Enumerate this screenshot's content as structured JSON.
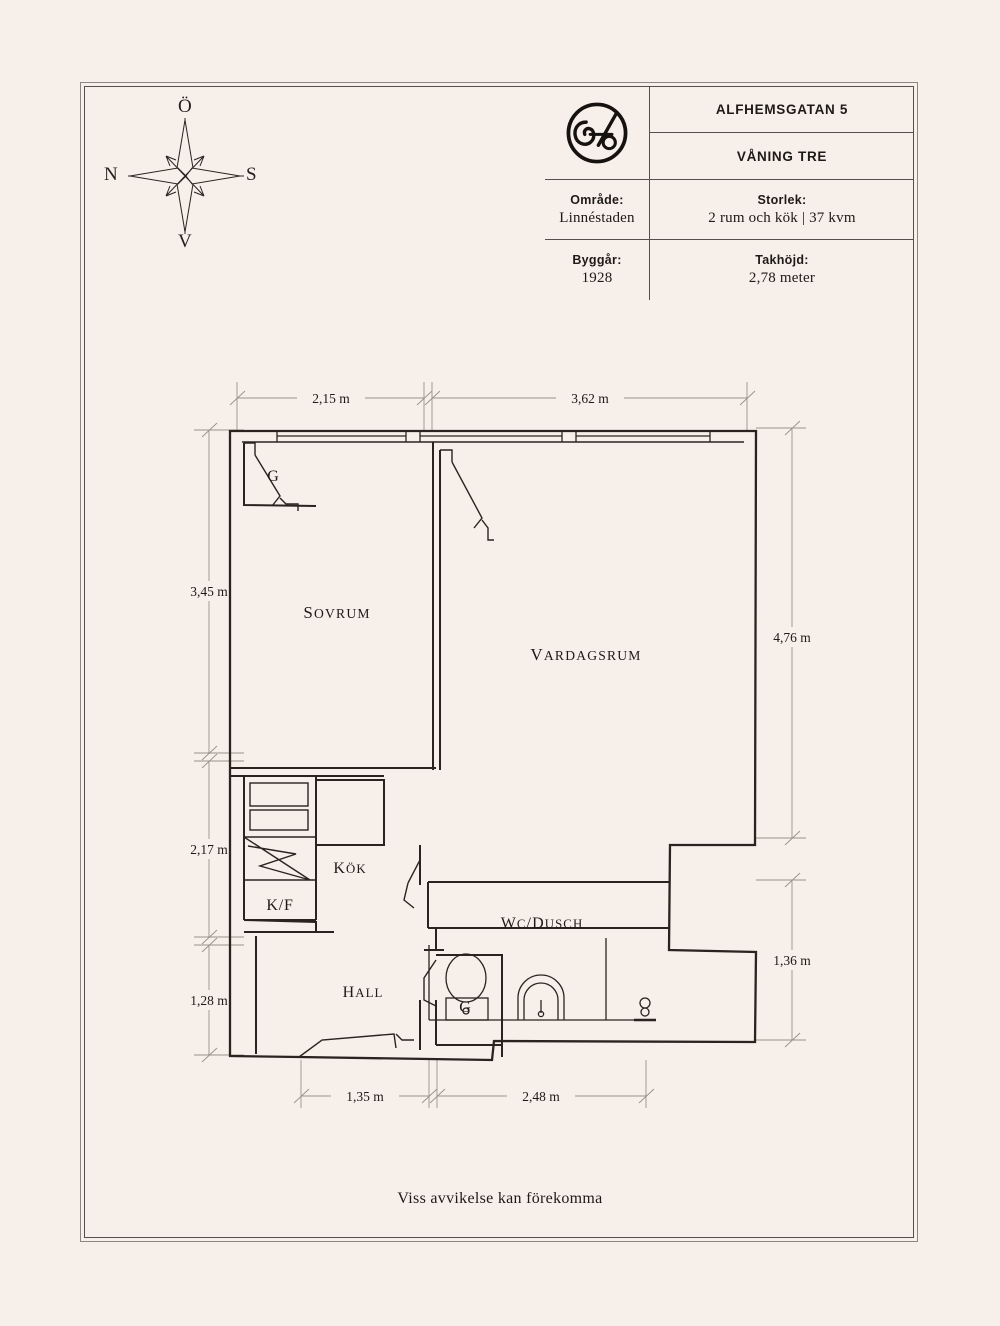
{
  "document": {
    "footer_note": "Viss avvikelse kan förekomma",
    "background_color": "#f7efe9",
    "ink_color": "#1d1a17"
  },
  "titleblock": {
    "logo_icon": "circle-monogram-a-logo",
    "address": "ALFHEMSGATAN 5",
    "floor": "VÅNING TRE",
    "fields": [
      {
        "label": "Område:",
        "value": "Linnéstaden"
      },
      {
        "label": "Storlek:",
        "value": "2 rum och kök | 37 kvm"
      },
      {
        "label": "Byggår:",
        "value": "1928"
      },
      {
        "label": "Takhöjd:",
        "value": "2,78 meter"
      }
    ]
  },
  "compass": {
    "icon": "compass-rose-icon",
    "top": "Ö",
    "left": "N",
    "right": "S",
    "bottom": "V"
  },
  "floorplan": {
    "rooms": [
      {
        "name": "Sovrum",
        "label": "Sovrum"
      },
      {
        "name": "Vardagsrum",
        "label": "Vardagsrum"
      },
      {
        "name": "Kok",
        "label": "Kök"
      },
      {
        "name": "Hall",
        "label": "Hall"
      },
      {
        "name": "WC/Dusch",
        "label": "WC/Dusch"
      },
      {
        "name": "Kyl/Frys",
        "label": "K/F"
      },
      {
        "name": "Garderob sovrum",
        "label": "G"
      },
      {
        "name": "Garderob hall",
        "label": "G"
      }
    ],
    "dimensions": {
      "top": [
        "2,15 m",
        "3,62 m"
      ],
      "left": [
        "3,45 m",
        "2,17 m",
        "1,28 m"
      ],
      "right": [
        "4,76 m",
        "1,36 m"
      ],
      "bottom": [
        "1,35 m",
        "2,48 m"
      ]
    },
    "fixtures": [
      {
        "name": "toilet",
        "room": "WC/Dusch"
      },
      {
        "name": "sink",
        "room": "WC/Dusch"
      },
      {
        "name": "floor-drain",
        "room": "WC/Dusch"
      },
      {
        "name": "stove",
        "room": "Kök"
      },
      {
        "name": "counter",
        "room": "Kök"
      },
      {
        "name": "fridge-freezer",
        "room": "Kök"
      }
    ]
  }
}
